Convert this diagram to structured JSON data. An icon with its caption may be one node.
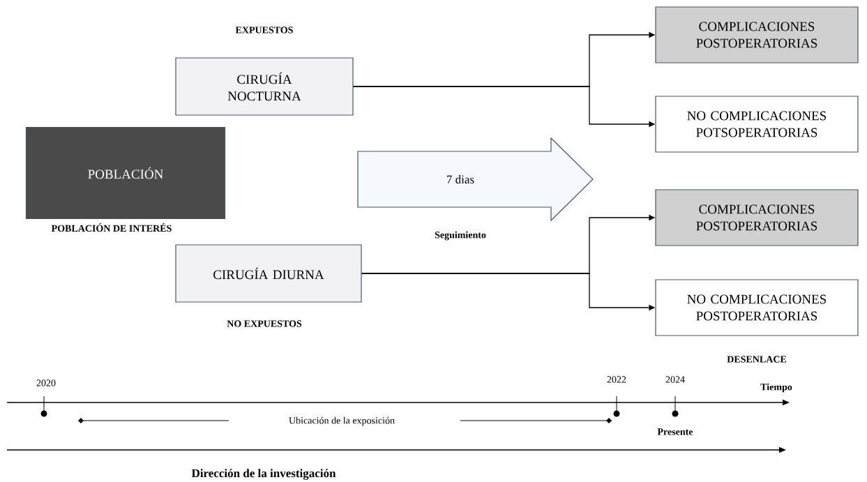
{
  "diagram": {
    "nodes": [
      {
        "text": [
          "POBLACIÓN"
        ],
        "beside": [
          "POBLACIÓN DE INTERÉS"
        ]
      },
      {
        "text": [
          "CIRUGÍA NOCTURNA"
        ],
        "beside": [
          "EXPUESTOS"
        ]
      },
      {
        "text": [
          "CIRUGÍA DIURNA"
        ],
        "beside": [
          "NO EXPUESTOS"
        ]
      },
      {
        "text": [
          "COMPLICACIONES POSTOPERATORIAS"
        ]
      },
      {
        "text": [
          "NO COMPLICACIONES POTSOPERATORIAS"
        ]
      },
      {
        "text": [
          "7 dias"
        ],
        "beside": [
          "Seguimiento"
        ]
      },
      {
        "text": [
          "COMPLICACIONES POSTOPERATORIAS"
        ]
      },
      {
        "text": [
          "NO COMPLICACIONES POSTOPERATORIAS"
        ],
        "beside": [
          "DESENLACE"
        ]
      }
    ],
    "edges": [
      {
        "from": 1,
        "to": 3,
        "arrow": "to"
      },
      {
        "from": 1,
        "to": 4,
        "arrow": "to"
      },
      {
        "from": 2,
        "to": 6,
        "arrow": "to"
      },
      {
        "from": 2,
        "to": 7,
        "arrow": "to"
      }
    ],
    "labels": [
      "2020",
      "2022",
      "2024",
      "Tiempo",
      "Ubicación de la exposición",
      "Presente",
      "Dirección de la investigación"
    ]
  }
}
